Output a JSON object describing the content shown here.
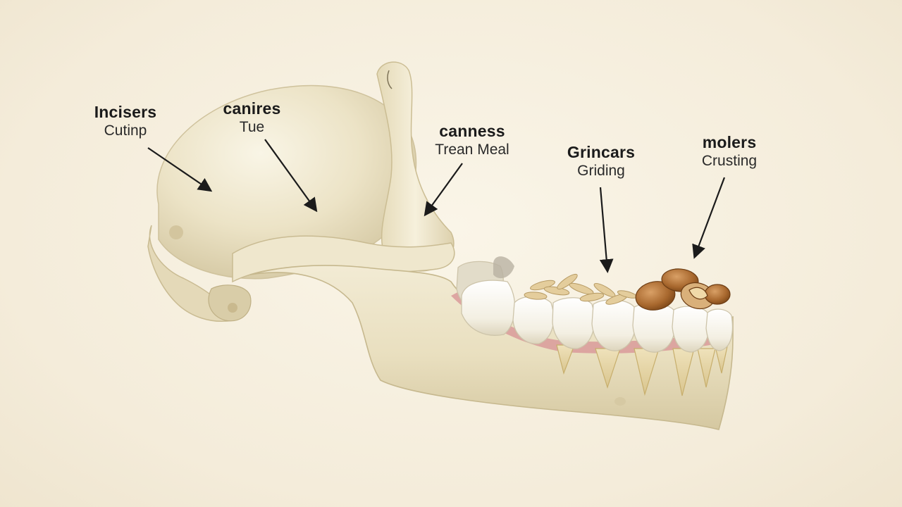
{
  "labels": [
    {
      "title": "Incisers",
      "subtitle": "Cutinp"
    },
    {
      "title": "canires",
      "subtitle": "Tue"
    },
    {
      "title": "canness",
      "subtitle": "Trean Meal"
    },
    {
      "title": "Grincars",
      "subtitle": "Griding"
    },
    {
      "title": "molers",
      "subtitle": "Crusting"
    }
  ],
  "colors": {
    "background": "#f6f0e0",
    "bone": "#eee6cc",
    "bone_shadow": "#d6ccab",
    "tooth": "#f7f4ea",
    "tooth_root": "#e2d2a4",
    "gum": "#d99a9a",
    "grain": "#e2c99a",
    "nut": "#b0743a",
    "text": "#1b1b1b",
    "arrow": "#1b1b1b"
  }
}
